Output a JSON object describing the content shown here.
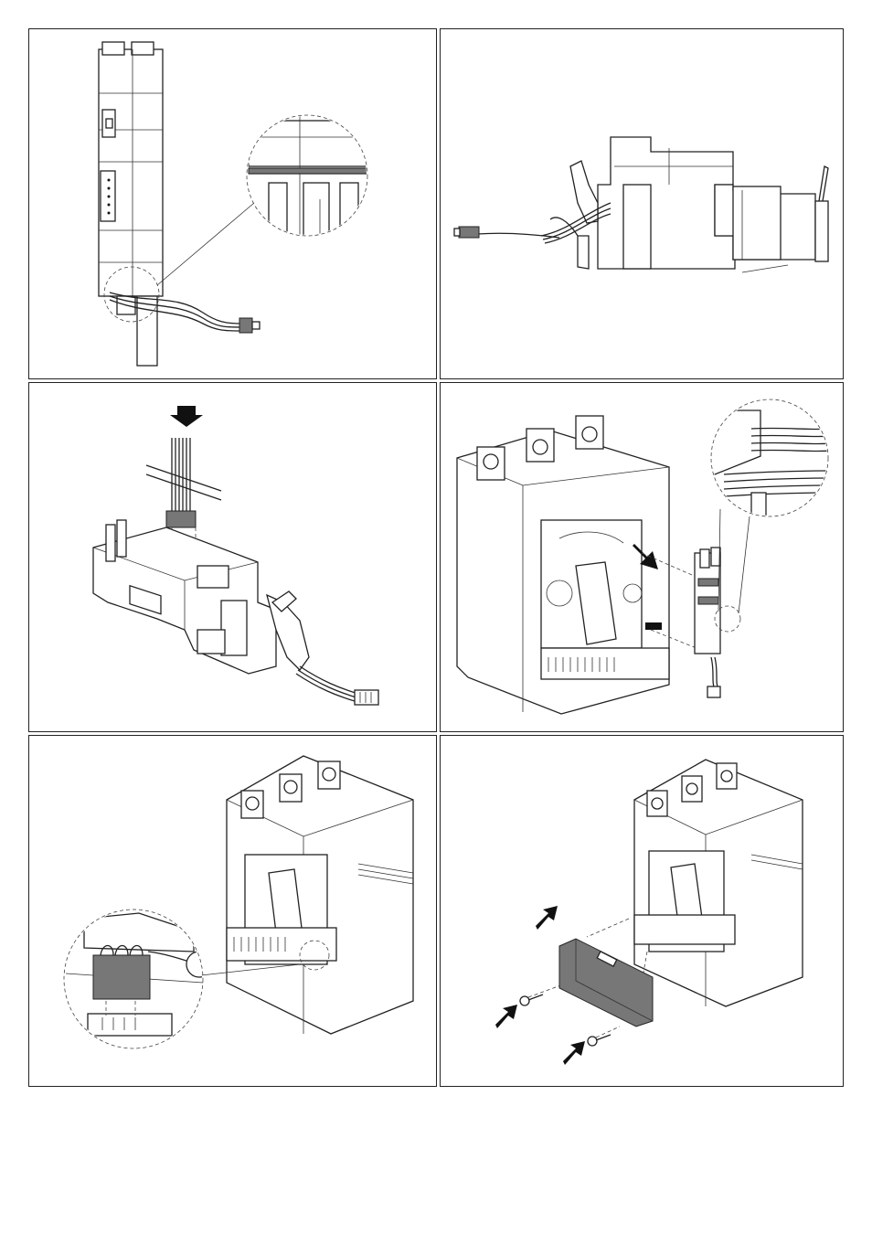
{
  "page": {
    "steps": [
      {
        "id": 1,
        "description": ""
      },
      {
        "id": 2,
        "description": ""
      },
      {
        "id": 3,
        "description": ""
      },
      {
        "id": 4,
        "description": ""
      },
      {
        "id": 5,
        "description": ""
      },
      {
        "id": 6,
        "description": ""
      }
    ]
  },
  "icons": {
    "push_arrow": "arrow-icon"
  }
}
